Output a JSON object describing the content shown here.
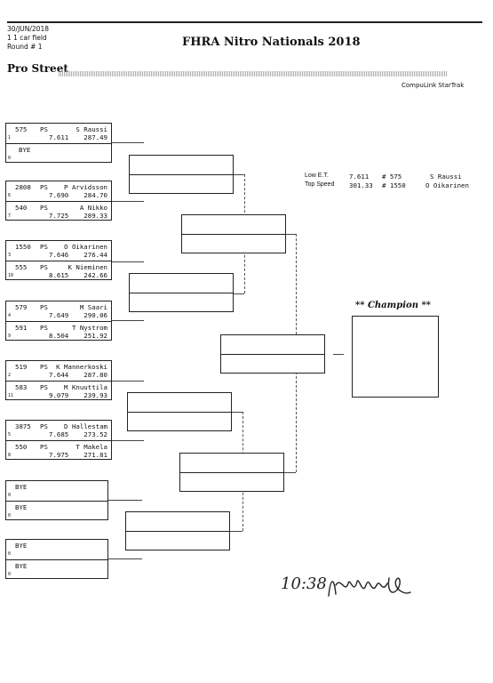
{
  "header": {
    "date": "30/JUN/2018",
    "field": "1 1 car field",
    "round": "Round # 1",
    "title": "FHRA Nitro Nationals 2018",
    "section": "Pro Street",
    "brand": "CompuLink StarTrak"
  },
  "entries": [
    {
      "lanes": [
        {
          "num": "575",
          "cls": "PS",
          "driver": "S Raussi",
          "et": "7.611",
          "speed": "287.49",
          "seed": "1"
        },
        {
          "num": "BYE",
          "cls": "",
          "driver": "",
          "et": "",
          "speed": "",
          "seed": "0"
        }
      ]
    },
    {
      "lanes": [
        {
          "num": "2808",
          "cls": "PS",
          "driver": "P Arvidsson",
          "et": "7.690",
          "speed": "284.70",
          "seed": "6"
        },
        {
          "num": "540",
          "cls": "PS",
          "driver": "A Nikko",
          "et": "7.725",
          "speed": "289.33",
          "seed": "7"
        }
      ]
    },
    {
      "lanes": [
        {
          "num": "1550",
          "cls": "PS",
          "driver": "O Oikarinen",
          "et": "7.646",
          "speed": "276.44",
          "seed": "3"
        },
        {
          "num": "555",
          "cls": "PS",
          "driver": "K Nieminen",
          "et": "8.615",
          "speed": "242.66",
          "seed": "10"
        }
      ]
    },
    {
      "lanes": [
        {
          "num": "579",
          "cls": "PS",
          "driver": "M Saari",
          "et": "7.649",
          "speed": "290.06",
          "seed": "4"
        },
        {
          "num": "591",
          "cls": "PS",
          "driver": "T Nystrom",
          "et": "8.504",
          "speed": "251.92",
          "seed": "9"
        }
      ]
    },
    {
      "lanes": [
        {
          "num": "519",
          "cls": "PS",
          "driver": "K Mannerkoski",
          "et": "7.644",
          "speed": "287.80",
          "seed": "2"
        },
        {
          "num": "583",
          "cls": "PS",
          "driver": "M Knuuttila",
          "et": "9.079",
          "speed": "239.93",
          "seed": "11"
        }
      ]
    },
    {
      "lanes": [
        {
          "num": "3875",
          "cls": "PS",
          "driver": "D Hallestam",
          "et": "7.685",
          "speed": "273.52",
          "seed": "5"
        },
        {
          "num": "550",
          "cls": "PS",
          "driver": "T Makela",
          "et": "7.975",
          "speed": "271.81",
          "seed": "8"
        }
      ]
    },
    {
      "lanes": [
        {
          "num": "BYE",
          "cls": "",
          "driver": "",
          "et": "",
          "speed": "",
          "seed": "0"
        },
        {
          "num": "BYE",
          "cls": "",
          "driver": "",
          "et": "",
          "speed": "",
          "seed": "0"
        }
      ]
    },
    {
      "lanes": [
        {
          "num": "BYE",
          "cls": "",
          "driver": "",
          "et": "",
          "speed": "",
          "seed": "0"
        },
        {
          "num": "BYE",
          "cls": "",
          "driver": "",
          "et": "",
          "speed": "",
          "seed": "0"
        }
      ]
    }
  ],
  "stats": {
    "low_et": {
      "label": "Low  E.T.",
      "value": "7.611",
      "car": "# 575",
      "driver": "S Raussi"
    },
    "top_speed": {
      "label": "Top Speed",
      "value": "301.33",
      "car": "# 1550",
      "driver": "O Oikarinen"
    }
  },
  "champion_label": "** Champion **",
  "handwritten_time": "10:38"
}
